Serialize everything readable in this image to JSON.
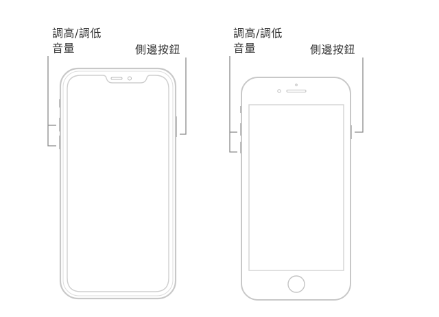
{
  "left_phone": {
    "model": "face-id-iphone",
    "volume_label_line1": "調高/調低",
    "volume_label_line2": "音量",
    "side_button_label": "側邊按鈕"
  },
  "right_phone": {
    "model": "home-button-iphone",
    "volume_label_line1": "調高/調低",
    "volume_label_line2": "音量",
    "side_button_label": "側邊按鈕"
  },
  "colors": {
    "outline": "#c8c8c8",
    "leader_line": "#8a8a8a",
    "text": "#333333"
  }
}
